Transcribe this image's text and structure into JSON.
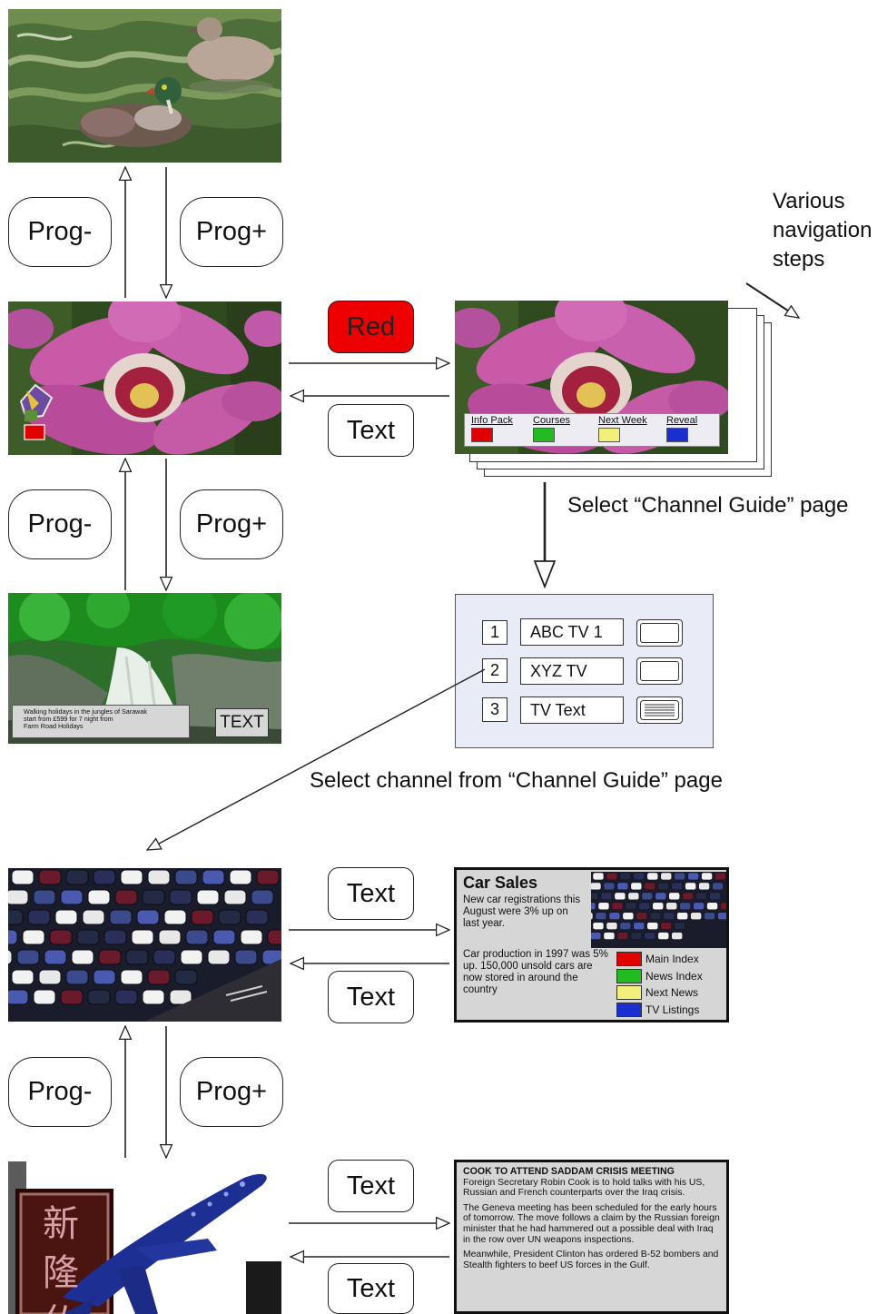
{
  "buttons": {
    "prog_minus": "Prog-",
    "prog_plus": "Prog+",
    "red": "Red",
    "text": "Text"
  },
  "captions": {
    "various_nav": [
      "Various",
      "navigation",
      "steps"
    ],
    "select_guide": "Select “Channel Guide” page",
    "select_channel": "Select channel from “Channel Guide” page"
  },
  "info_pack_menu": {
    "items": [
      {
        "label": "Info Pack",
        "color": "#e00000"
      },
      {
        "label": "Courses",
        "color": "#22bb22"
      },
      {
        "label": "Next Week",
        "color": "#f2f07a"
      },
      {
        "label": "Reveal",
        "color": "#1a2fd0"
      }
    ]
  },
  "waterfall_overlay": {
    "caption_lines": [
      "Walking holidays in the jungles of Sarawak",
      "start from £599 for 7 night from",
      "Farm Road Holidays"
    ],
    "button": "TEXT"
  },
  "channel_guide": {
    "rows": [
      {
        "num": "1",
        "name": "ABC TV 1"
      },
      {
        "num": "2",
        "name": "XYZ TV"
      },
      {
        "num": "3",
        "name": "TV Text"
      }
    ]
  },
  "car_sales_page": {
    "title": "Car Sales",
    "para1": "New car registrations this August were 3% up on last year.",
    "para2": "Car production in 1997 was 5% up. 150,000 unsold cars are now stored in around the country",
    "menu": [
      {
        "label": "Main Index",
        "color": "#e00000"
      },
      {
        "label": "News Index",
        "color": "#22bb22"
      },
      {
        "label": "Next News",
        "color": "#f2f07a"
      },
      {
        "label": "TV Listings",
        "color": "#1a2fd0"
      }
    ]
  },
  "news_page": {
    "headline": "COOK TO ATTEND SADDAM CRISIS MEETING",
    "para1": "Foreign Secretary Robin Cook is to hold talks with his US, Russian and French counterparts over the Iraq crisis.",
    "para2": "The Geneva meeting has been scheduled for the early hours of tomorrow. The move follows a claim by the Russian foreign minister that he had hammered out a possible deal with Iraq in the row over UN weapons inspections.",
    "para3": "Meanwhile, President Clinton has ordered B-52 bombers and Stealth fighters to beef US forces in the Gulf."
  },
  "sign_text": [
    "新",
    "隆",
    "仏"
  ]
}
